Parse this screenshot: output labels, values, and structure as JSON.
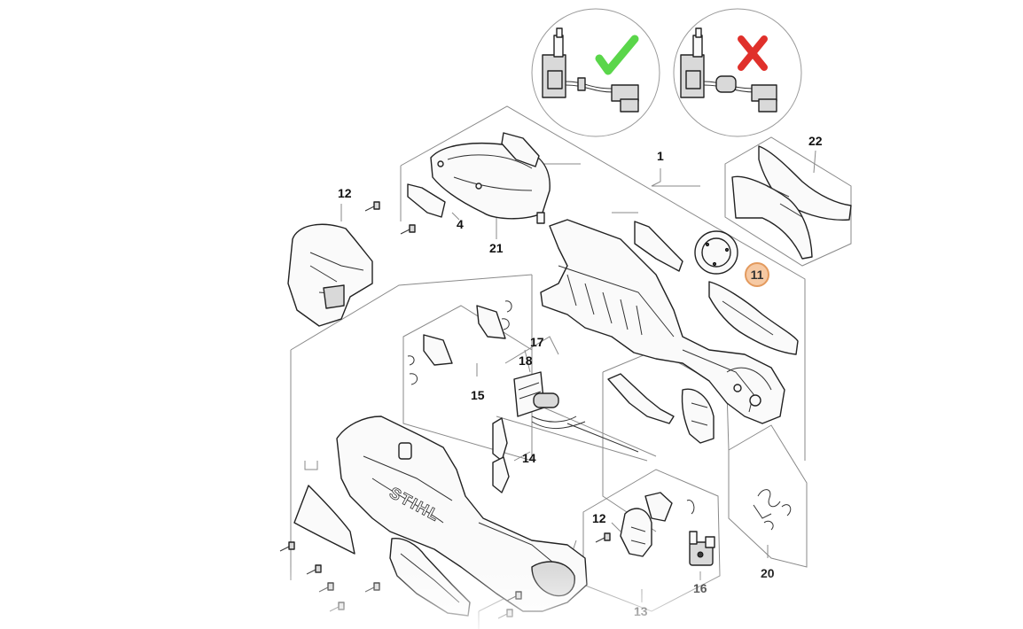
{
  "diagram": {
    "labels": {
      "p1": "1",
      "p4": "4",
      "p11": "11",
      "p12a": "12",
      "p12b": "12",
      "p13": "13",
      "p14": "14",
      "p15": "15",
      "p16": "16",
      "p17": "17",
      "p18": "18",
      "p20": "20",
      "p21": "21",
      "p22": "22"
    },
    "highlighted_part": "11",
    "colors": {
      "check_mark": "#5ad64a",
      "cross_mark": "#e0302b",
      "highlight_fill": "#f6c9a3",
      "highlight_border": "#e39a5e",
      "line": "#8a8a8a"
    },
    "icons": [
      "check-mark-icon",
      "cross-mark-icon",
      "screw-icon"
    ],
    "brand_text": "STIHL"
  }
}
